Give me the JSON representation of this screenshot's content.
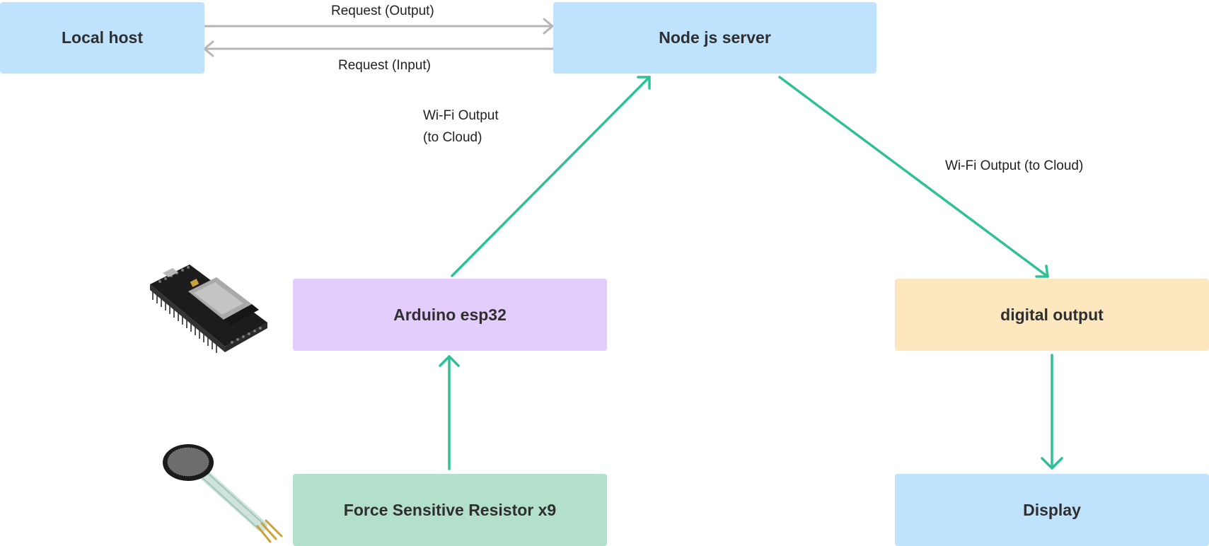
{
  "colors": {
    "blue": "#bfe2fd",
    "purple": "#e3cdfc",
    "orange": "#fde7bf",
    "green": "#b3e0cb",
    "teal_arrow": "#2fc097",
    "gray_arrow": "#b5b5b5"
  },
  "nodes": {
    "local_host": "Local host",
    "node_server": "Node js server",
    "arduino": "Arduino esp32",
    "digital_output": "digital output",
    "fsr": "Force Sensitive Resistor x9",
    "display": "Display"
  },
  "edges": {
    "request_output": "Request (Output)",
    "request_input": "Request (Input)",
    "wifi_left_line1": "Wi-Fi Output",
    "wifi_left_line2": "(to Cloud)",
    "wifi_right": "Wi-Fi Output (to Cloud)"
  },
  "images": {
    "esp32_board": "esp32-board-image",
    "fsr_sensor": "force-sensor-image"
  }
}
